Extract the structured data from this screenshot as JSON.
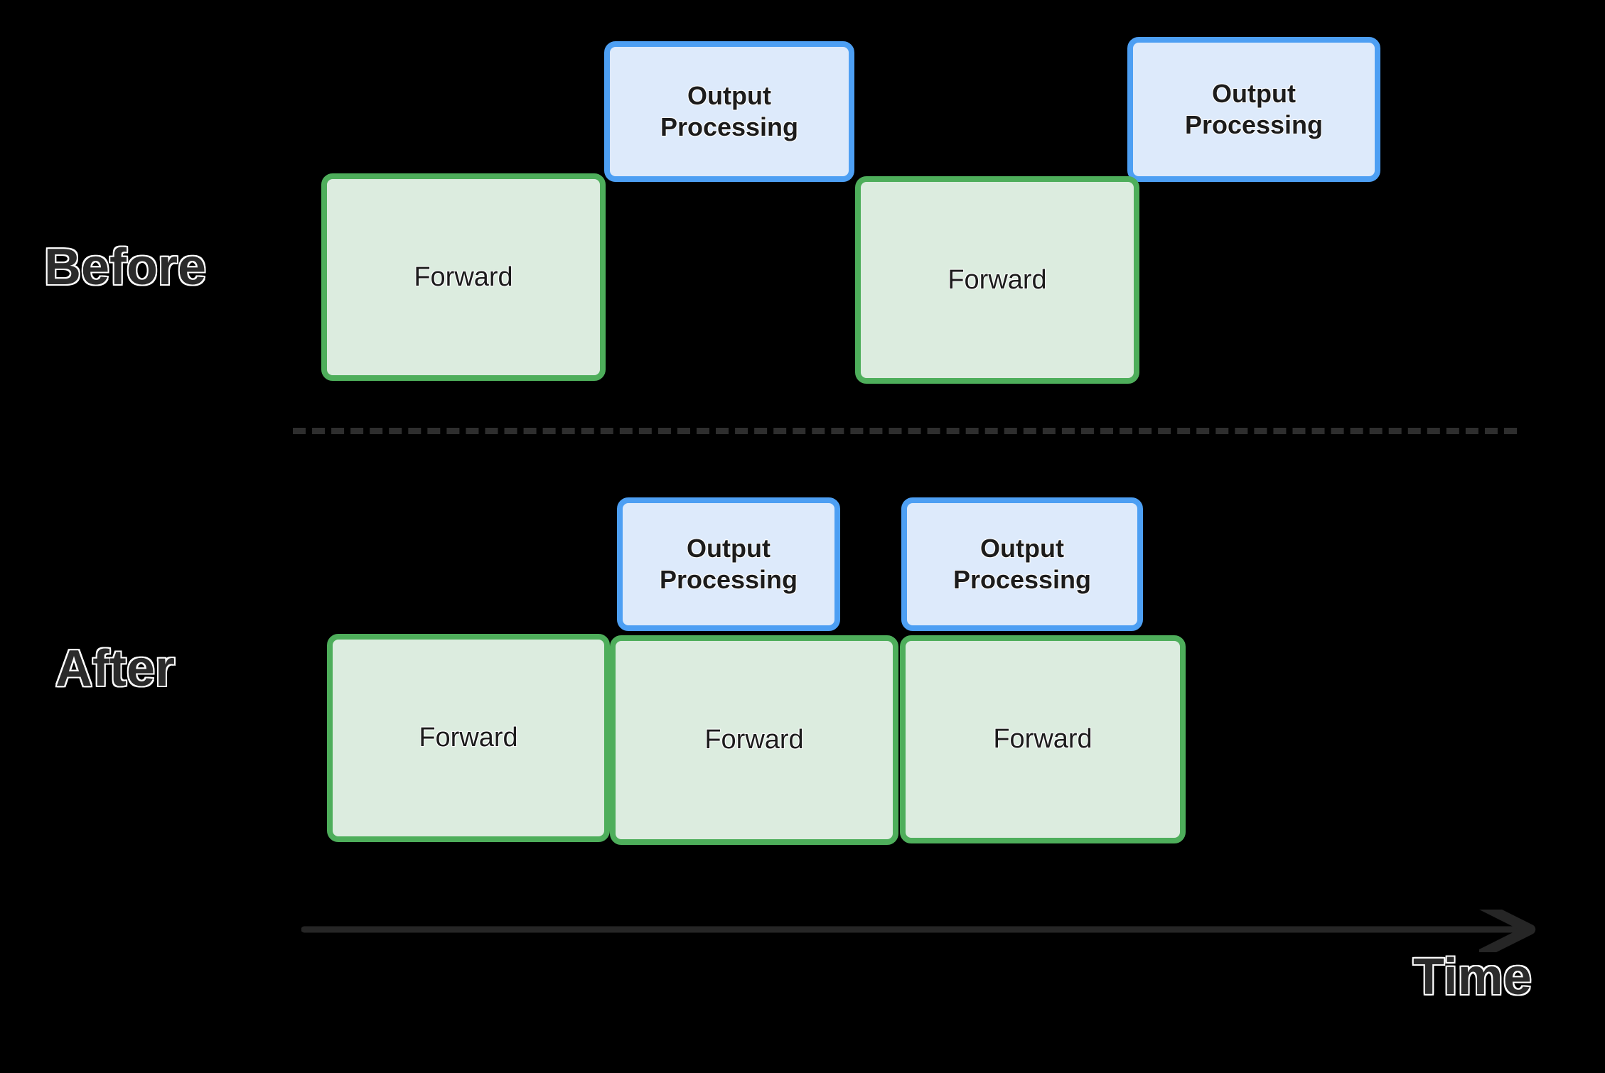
{
  "diagram": {
    "title": "Before / After output processing pipeline timeline",
    "background_color": "#000000",
    "colors": {
      "forward_fill": "#dcecdf",
      "forward_border": "#4eae5b",
      "output_fill": "#ddeafb",
      "output_border": "#4d9ff3",
      "divider": "#2e2e2e",
      "axis": "#262626",
      "label_fill": "#2b2b2b",
      "label_stroke": "#ffffff"
    }
  },
  "sections": {
    "before": {
      "label": "Before",
      "forward_blocks": [
        {
          "label": "Forward"
        },
        {
          "label": "Forward"
        }
      ],
      "output_blocks": [
        {
          "line1": "Output",
          "line2": "Processing"
        },
        {
          "line1": "Output",
          "line2": "Processing"
        }
      ]
    },
    "after": {
      "label": "After",
      "forward_blocks": [
        {
          "label": "Forward"
        },
        {
          "label": "Forward"
        },
        {
          "label": "Forward"
        }
      ],
      "output_blocks": [
        {
          "line1": "Output",
          "line2": "Processing"
        },
        {
          "line1": "Output",
          "line2": "Processing"
        }
      ]
    }
  },
  "axis": {
    "label": "Time",
    "direction": "right-arrow"
  }
}
